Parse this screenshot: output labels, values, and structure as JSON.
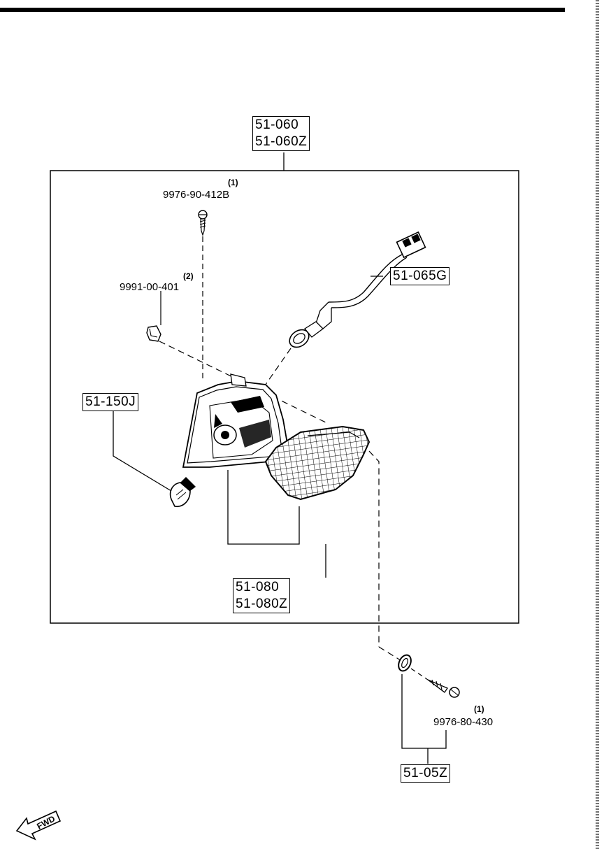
{
  "callouts": {
    "assembly_top": [
      "51-060",
      "51-060Z"
    ],
    "socket": "51-065G",
    "bulb": "51-150J",
    "lens_body": [
      "51-080",
      "51-080Z"
    ],
    "screw_kit": "51-05Z"
  },
  "parts": {
    "screw_top": {
      "number": "9976-90-412B",
      "qty": "(1)"
    },
    "clip": {
      "number": "9991-00-401",
      "qty": "(2)"
    },
    "screw_bottom": {
      "number": "9976-80-430",
      "qty": "(1)"
    }
  },
  "fwd_label": "FWD"
}
